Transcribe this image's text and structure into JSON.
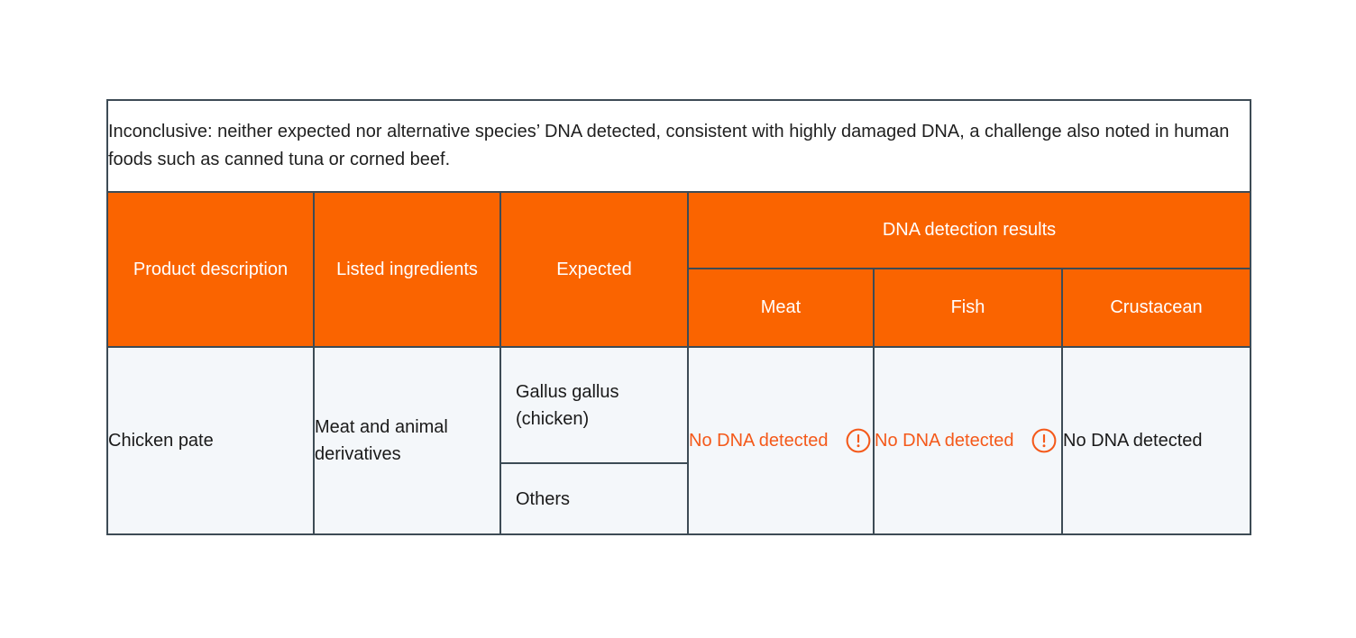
{
  "table": {
    "caption": "Inconclusive: neither expected nor alternative species’ DNA detected, consistent with highly damaged DNA, a challenge also noted in human foods such as canned tuna or corned beef.",
    "header": {
      "product_description": "Product description",
      "listed_ingredients": "Listed ingredients",
      "expected": "Expected",
      "results_group": "DNA detection results",
      "sub_meat": "Meat",
      "sub_fish": "Fish",
      "sub_crustacean": "Crustacean"
    },
    "row": {
      "product_description": "Chicken pate",
      "listed_ingredients": "Meat and animal derivatives",
      "expected_primary": "Gallus gallus (chicken)",
      "expected_secondary": "Others",
      "meat_result": "No DNA detected",
      "meat_flag": "alert-icon",
      "fish_result": "No DNA detected",
      "fish_flag": "alert-icon",
      "crustacean_result": "No DNA detected"
    },
    "colors": {
      "header_orange": "#FA6400",
      "alert_orange": "#F4591A",
      "border": "#3D4B55",
      "body_background": "#F4F7FA",
      "caption_background": "#FFFFFF",
      "text_dark": "#1A1A1A"
    }
  }
}
